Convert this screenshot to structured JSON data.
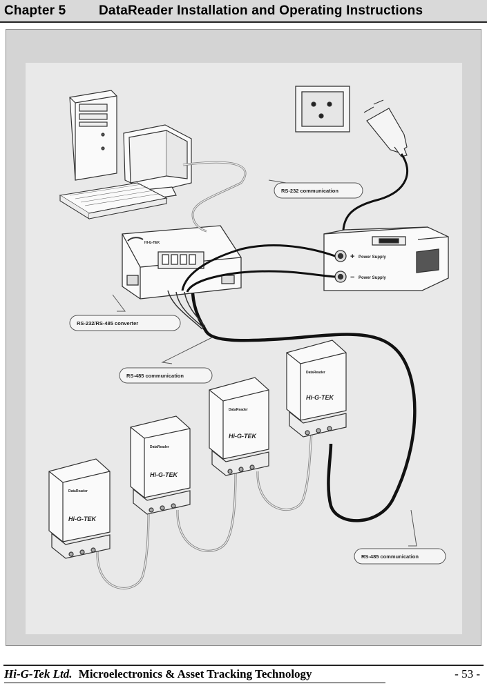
{
  "header": {
    "chapter": "Chapter 5",
    "title": "DataReader Installation and Operating Instructions"
  },
  "figure": {
    "callouts": {
      "rs232": "RS-232 communication",
      "converter": "RS-232/RS-485 converter",
      "rs485_a": "RS-485 communication",
      "rs485_b": "RS-485 communication"
    },
    "power_supply": {
      "plus_label": "Power Supply",
      "minus_label": "Power Supply",
      "plus_sign": "+",
      "minus_sign": "−"
    },
    "device_brand": "Hi-G-TEK",
    "device_name": "DataReader",
    "converter_brand": "HI-G-TEK"
  },
  "footer": {
    "company": "Hi-G-Tek Ltd.",
    "tagline": "Microelectronics & Asset Tracking Technology",
    "page": "- 53 -"
  }
}
